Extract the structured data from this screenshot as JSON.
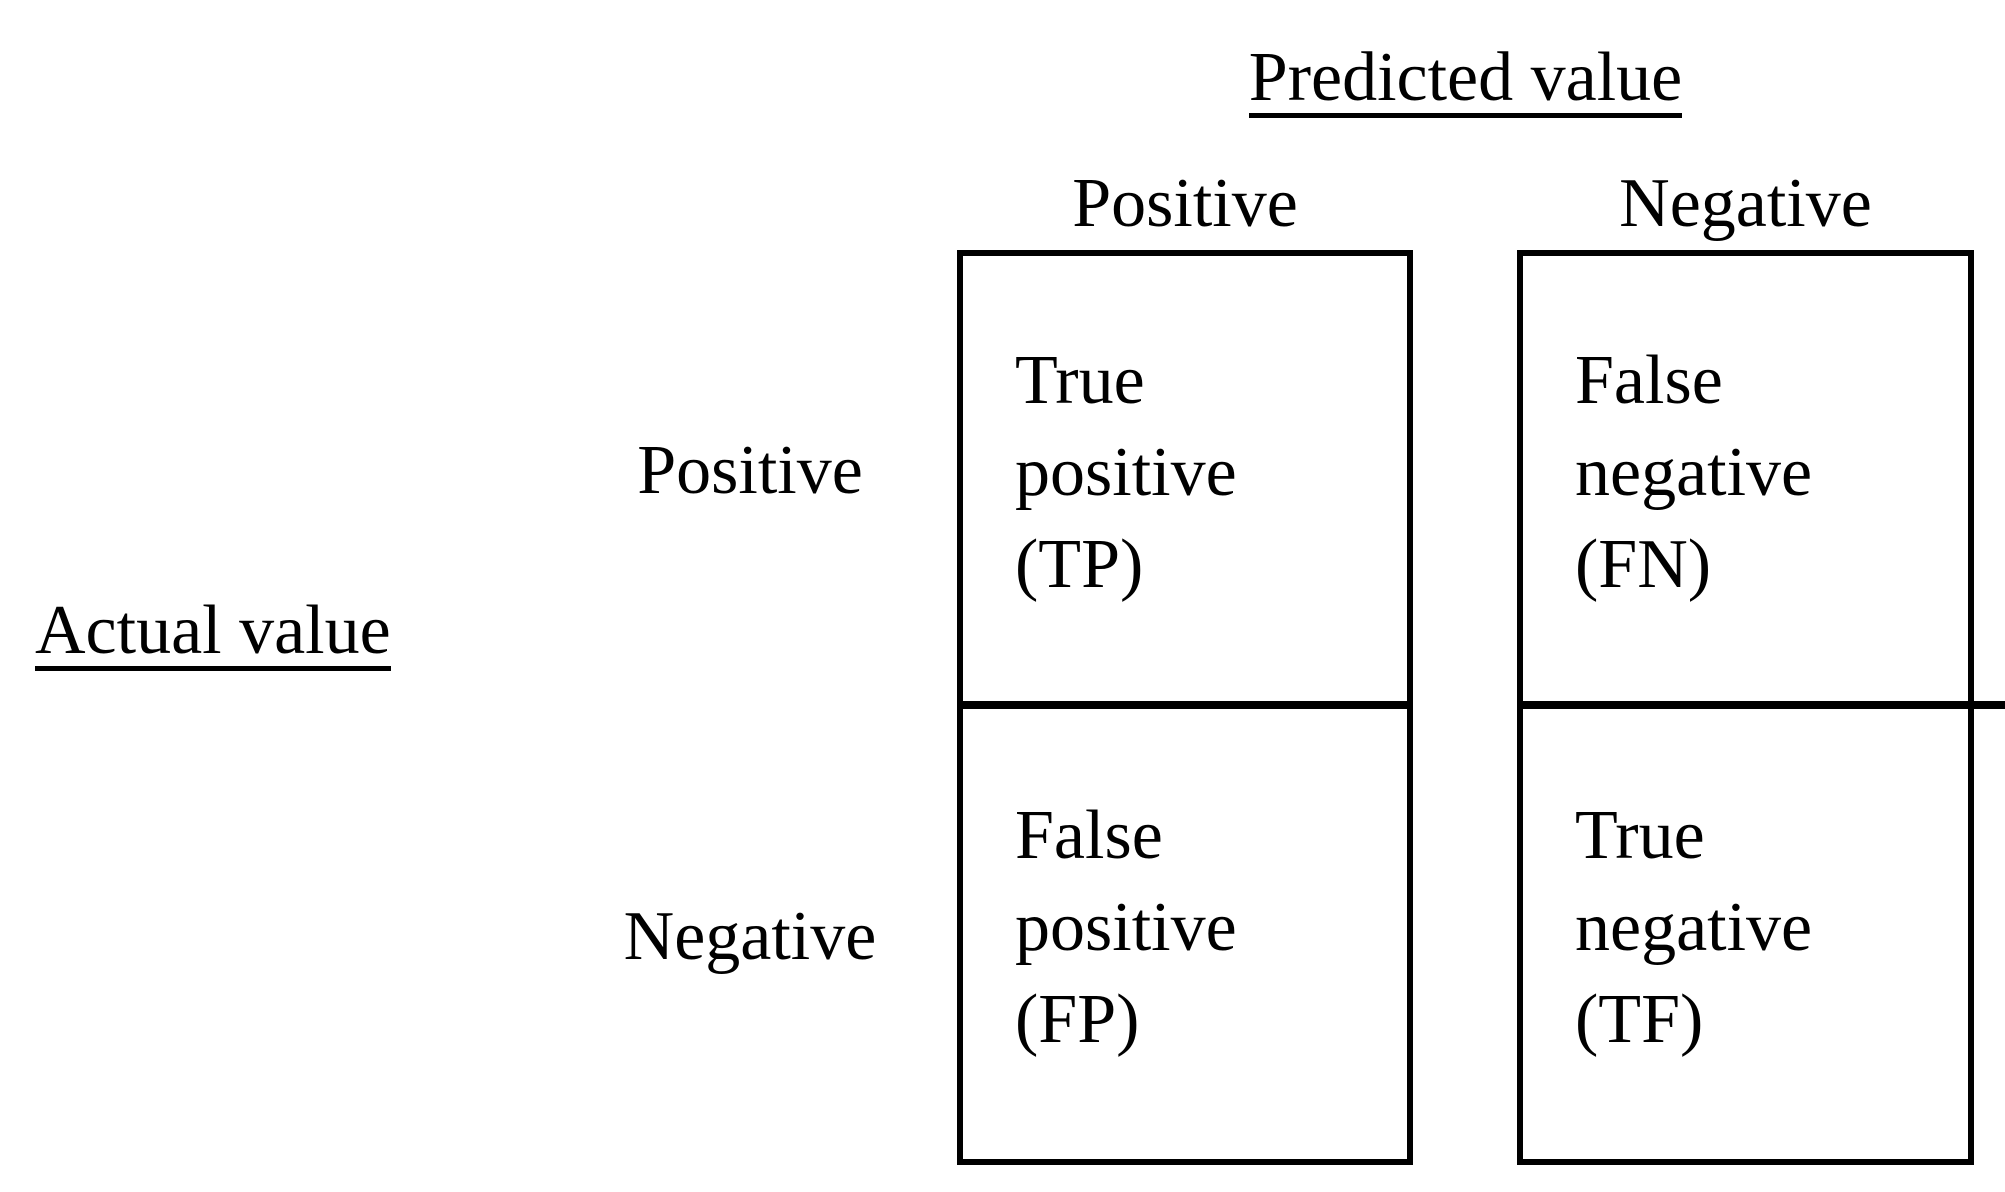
{
  "matrix": {
    "predicted_label": "Predicted value",
    "actual_label": "Actual value",
    "col_headers": [
      "Positive",
      "Negative"
    ],
    "row_headers": [
      "Positive",
      "Negative"
    ],
    "cells": {
      "tp": {
        "line1": "True",
        "line2": "positive",
        "line3": "(TP)"
      },
      "fn": {
        "line1": "False",
        "line2": "negative",
        "line3": "(FN)"
      },
      "fp": {
        "line1": "False",
        "line2": "positive",
        "line3": "(FP)"
      },
      "tn": {
        "line1": "True",
        "line2": "negative",
        "line3": "(TF)"
      }
    },
    "colors": {
      "ink": "#000000",
      "background": "#ffffff"
    }
  }
}
